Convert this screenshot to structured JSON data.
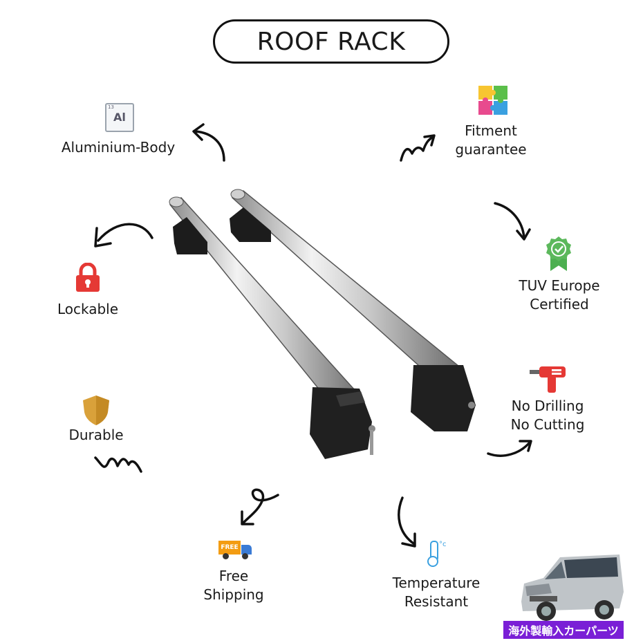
{
  "title": "ROOF RACK",
  "features": {
    "aluminium": {
      "label": "Aluminium-Body",
      "icon": "aluminium-element-icon",
      "element_symbol": "Al",
      "element_number": "13"
    },
    "fitment": {
      "label_line1": "Fitment",
      "label_line2": "guarantee",
      "icon": "puzzle-icon"
    },
    "lockable": {
      "label": "Lockable",
      "icon": "padlock-icon"
    },
    "tuv": {
      "label_line1": "TUV Europe",
      "label_line2": "Certified",
      "icon": "certified-badge-icon"
    },
    "durable": {
      "label": "Durable",
      "icon": "shield-icon"
    },
    "no_drilling": {
      "label_line1": "No Drilling",
      "label_line2": "No Cutting",
      "icon": "drill-icon"
    },
    "shipping": {
      "label_line1": "Free",
      "label_line2": "Shipping",
      "icon": "delivery-truck-icon",
      "truck_text": "FREE"
    },
    "temperature": {
      "label_line1": "Temperature",
      "label_line2": "Resistant",
      "icon": "thermometer-icon",
      "unit": "°c"
    }
  },
  "watermark": "海外製輸入カーパーツ",
  "colors": {
    "lock_red": "#e53935",
    "shield_gold": "#d9a13a",
    "cert_green": "#5cb85c",
    "drill_red": "#e53935",
    "badge_purple": "#7a1fd6"
  }
}
